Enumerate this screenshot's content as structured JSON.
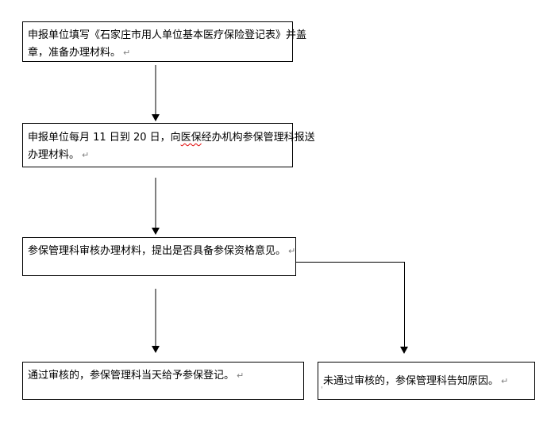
{
  "colors": {
    "box_border": "#000000",
    "text": "#000000",
    "flow_arrow_stem_gray": "#808080",
    "branch_connector_black": "#000000",
    "spellcheck_underline_red": "#e00000",
    "paragraph_mark_gray": "#808080"
  },
  "flowchart": {
    "paragraph_mark": "↵",
    "step1": {
      "line1": "申报单位填写《石家庄市用人单位基本医疗保险登记表》并盖",
      "line2": "章，准备办理材料。"
    },
    "step2": {
      "line1_pre": "申报单位每月 11 日到 20 日，向",
      "line1_flagged": "医保",
      "line1_post": "经办机构参保管理科报送",
      "line2": "办理材料。"
    },
    "step3": {
      "text": "参保管理科审核办理材料，提出是否具备参保资格意见。"
    },
    "step4_pass": {
      "text": "通过审核的，参保管理科当天给予参保登记。"
    },
    "step5_fail": {
      "text": "未通过审核的，参保管理科告知原因。",
      "stray_mark": "'"
    }
  }
}
